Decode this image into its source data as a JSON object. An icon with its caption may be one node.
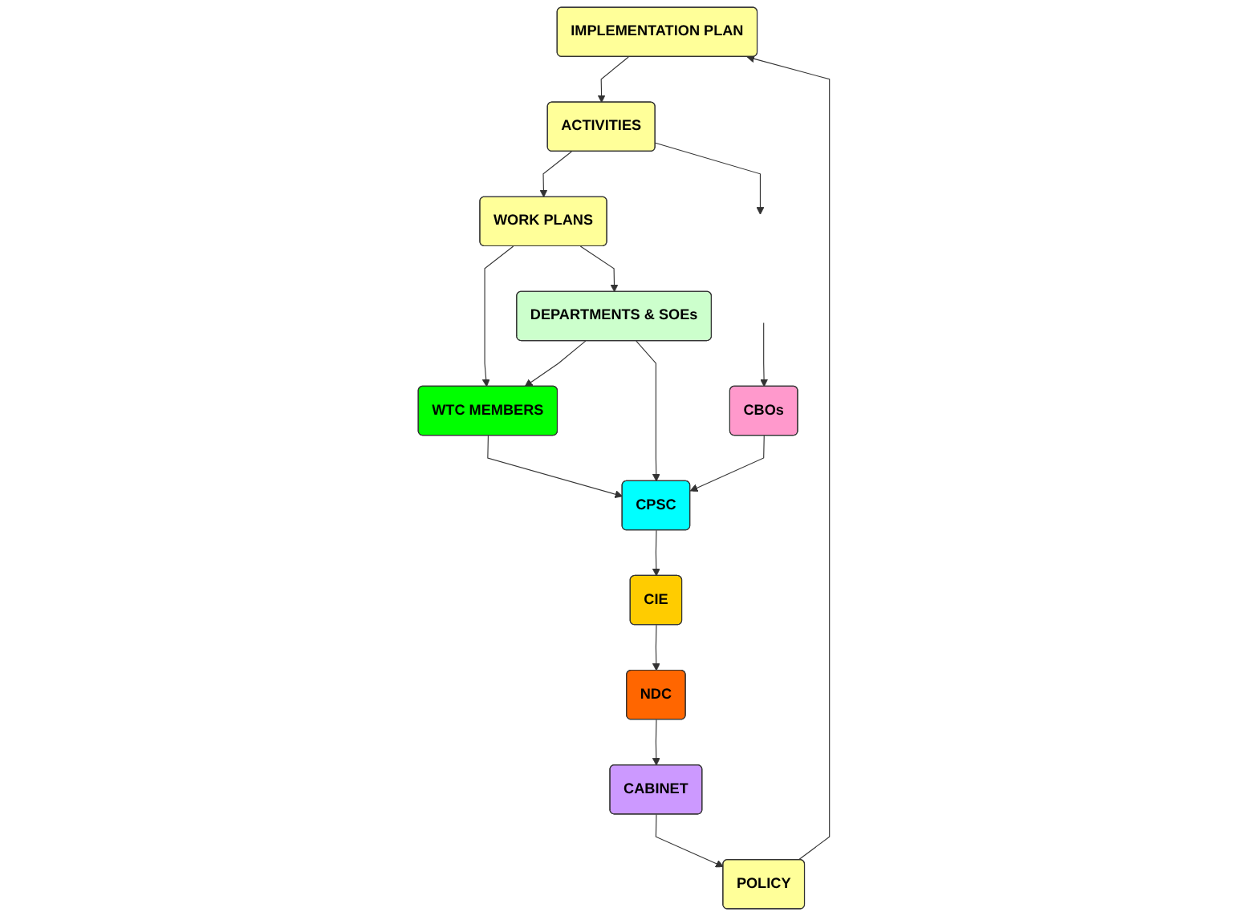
{
  "diagram": {
    "nodes": [
      {
        "text": [
          "IMPLEMENTATION PLAN"
        ]
      },
      {
        "text": [
          "POLICY"
        ]
      },
      {
        "text": [
          "CABINET"
        ]
      },
      {
        "text": [
          "ACTIVITIES"
        ]
      },
      {
        "text": [
          "NDC"
        ]
      },
      {
        "text": [
          "WORK PLANS"
        ]
      },
      {
        "text": [
          "WTC MEMBERS"
        ]
      },
      {
        "text": [
          "CPSC"
        ]
      },
      {
        "text": [
          "CIE"
        ]
      },
      {
        "text": [
          "DEPARTMENTS & SOEs"
        ]
      },
      {
        "text": [
          "CBOs"
        ]
      }
    ],
    "edges": [
      {
        "from": 2,
        "to": 1,
        "arrow": "to"
      },
      {
        "from": 1,
        "to": 0,
        "arrow": "to"
      },
      {
        "from": 0,
        "to": 3,
        "arrow": "to"
      },
      {
        "from": 3,
        "to": 5,
        "arrow": "to"
      },
      {
        "from": 3,
        "to": null,
        "arrow": "to"
      },
      {
        "from": 5,
        "to": 6,
        "arrow": "to"
      },
      {
        "from": 5,
        "to": 9,
        "arrow": "to"
      },
      {
        "from": 9,
        "to": 6,
        "arrow": "to"
      },
      {
        "from": 6,
        "to": 7,
        "arrow": "to"
      },
      {
        "from": 7,
        "to": 8,
        "arrow": "to"
      },
      {
        "from": 8,
        "to": 4,
        "arrow": "to"
      },
      {
        "from": 4,
        "to": 2,
        "arrow": "to"
      },
      {
        "from": 9,
        "to": 7,
        "arrow": "to"
      },
      {
        "from": 10,
        "to": 7,
        "arrow": "to"
      },
      {
        "from": null,
        "to": 10,
        "arrow": "to"
      }
    ]
  }
}
